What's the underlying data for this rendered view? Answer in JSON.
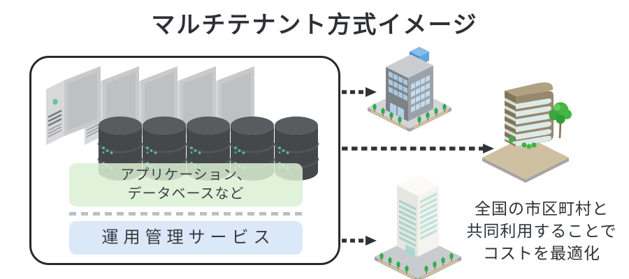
{
  "title": "マルチテナント方式イメージ",
  "tenant_box": {
    "application_line1": "アプリケーション、",
    "application_line2": "データベースなど",
    "operation_label": "運用管理サービス"
  },
  "caption": {
    "line1": "全国の市区町村と",
    "line2": "共同利用することで",
    "line3": "コストを最適化"
  },
  "cluster": {
    "server_count": 5,
    "database_count": 5
  },
  "icons": {
    "server": "server-tower-icon",
    "database": "database-cylinder-icon",
    "building_top": "office-building-icon",
    "building_right": "corporate-building-icon",
    "building_bottom": "tower-building-icon",
    "arrow": "dashed-arrow-icon",
    "tree": "tree-icon"
  },
  "colors": {
    "application_box_bg": "#ddf0d6",
    "operation_box_bg": "#dbe8f7",
    "container_outline": "#26292c",
    "arrow": "#2f3438",
    "database_dot_teal": "#55bf95",
    "server_led_teal": "#66c59c",
    "text": "#2e3338"
  }
}
